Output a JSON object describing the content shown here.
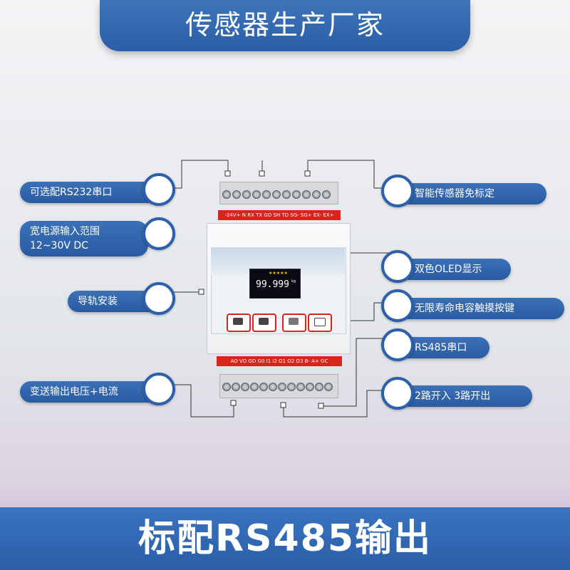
{
  "header": {
    "title": "传感器生产厂家"
  },
  "footer": {
    "title": "标配RS485输出"
  },
  "features_left": [
    {
      "label": "可选配RS232串口"
    },
    {
      "label": "宽电源输入范围",
      "sub": "12~30V DC"
    },
    {
      "label": "导轨安装"
    },
    {
      "label": "变送输出电压+电流"
    }
  ],
  "features_right": [
    {
      "label": "智能传感器免标定"
    },
    {
      "label": "双色OLED显示"
    },
    {
      "label": "无限寿命电容触摸按键"
    },
    {
      "label": "RS485串口"
    },
    {
      "label": "2路开入 3路开出"
    }
  ],
  "device": {
    "top_terminals": "-24V+  N  RX  TX  GD  SH  TD  SG-  SG+  EX-  EX+",
    "bottom_terminals": "AO  VO  GD  G0  I1  I2  O1  O2  O3  B-  A+  GC",
    "display_value": "99.999",
    "display_unit": "kg",
    "display_stars": "★★★★★"
  },
  "colors": {
    "accent_blue": "#2d60a8",
    "terminal_red": "#d9241c"
  }
}
